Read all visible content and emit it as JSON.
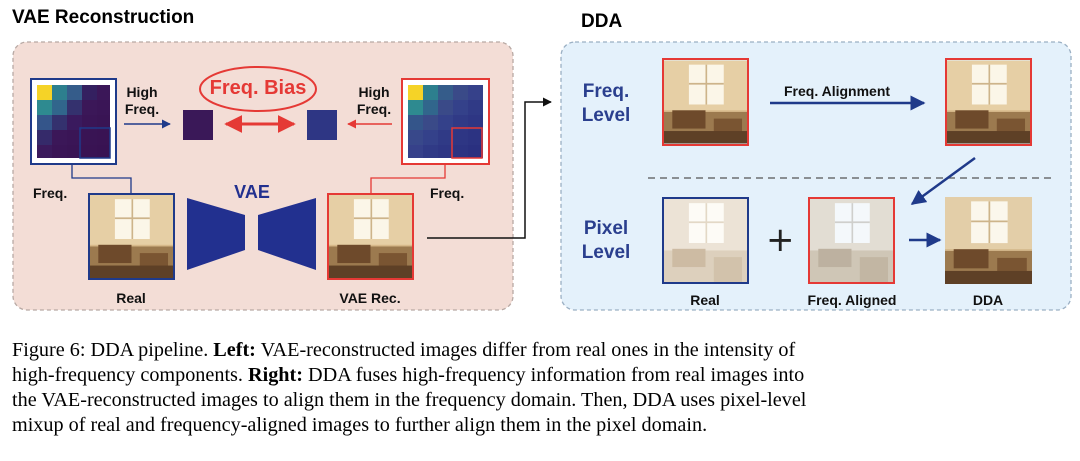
{
  "left_panel": {
    "title": "VAE Reconstruction",
    "freq_bias": "Freq. Bias",
    "high_freq_left": [
      "High",
      "Freq."
    ],
    "high_freq_right": [
      "High",
      "Freq."
    ],
    "freq_left": "Freq.",
    "freq_right": "Freq.",
    "vae": "VAE",
    "real": "Real",
    "vae_rec": "VAE Rec."
  },
  "right_panel": {
    "title": "DDA",
    "freq_level": [
      "Freq.",
      "Level"
    ],
    "pixel_level": [
      "Pixel",
      "Level"
    ],
    "freq_alignment": "Freq. Alignment",
    "plus": "+",
    "real": "Real",
    "freq_aligned": "Freq. Aligned",
    "dda": "DDA"
  },
  "caption": {
    "line1_a": "Figure 6: DDA pipeline. ",
    "line1_b": "Left:",
    "line1_c": " VAE-reconstructed images differ from real ones in the intensity of",
    "line2_a": "high-frequency components. ",
    "line2_b": "Right:",
    "line2_c": " DDA fuses high-frequency information from real images into",
    "line3": "the VAE-reconstructed images to align them in the frequency domain. Then, DDA uses pixel-level",
    "line4": "mixup of real and frequency-aligned images to further align them in the pixel domain."
  },
  "colors": {
    "left_bg": "#f3ddd6",
    "right_bg": "#e4f1fb",
    "navy": "#1f3a8a",
    "red": "#e53935",
    "vae_blue": "#22308f"
  }
}
